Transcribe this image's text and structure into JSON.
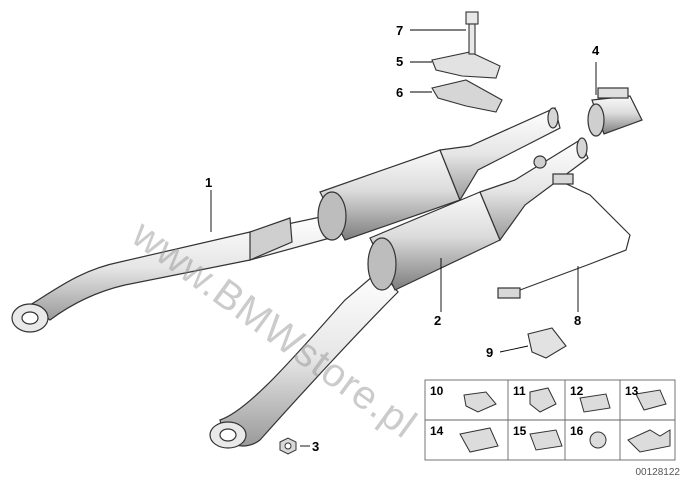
{
  "diagram": {
    "callouts": {
      "c1": "1",
      "c2": "2",
      "c3": "3",
      "c4": "4",
      "c5": "5",
      "c6": "6",
      "c7": "7",
      "c8": "8",
      "c9": "9"
    },
    "clip_grid": {
      "g10": "10",
      "g11": "11",
      "g12": "12",
      "g13": "13",
      "g14": "14",
      "g15": "15",
      "g16": "16"
    },
    "watermark": "www.BMWstore.pl",
    "doc_number": "00128122"
  }
}
